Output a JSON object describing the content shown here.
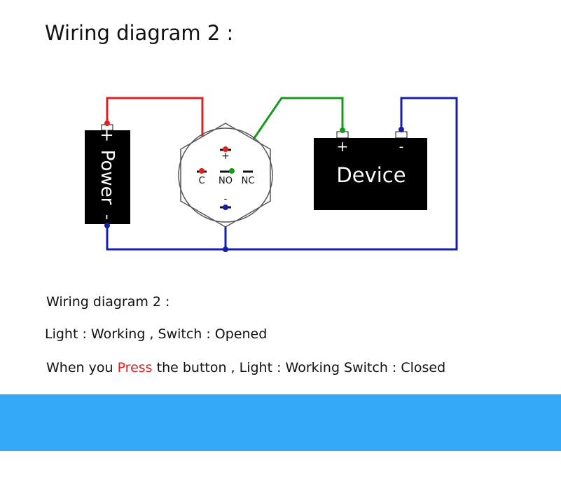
{
  "title": "Wiring diagram 2 :",
  "colors": {
    "positive_wire": "#e02020",
    "switch_wire": "#159a1a",
    "negative_wire": "#1420a8",
    "band": "#34a9f7",
    "highlight": "#e02020"
  },
  "power": {
    "label": "Power",
    "plus": "+",
    "minus": "-"
  },
  "switch": {
    "plus": "+",
    "minus": "-",
    "c": "C",
    "no": "NO",
    "nc": "NC"
  },
  "device": {
    "label": "Device",
    "plus": "+",
    "minus": "-"
  },
  "text": {
    "line1": "Wiring diagram 2 :",
    "line2": "Light : Working , Switch : Opened",
    "line3_before": "When you ",
    "line3_highlight": "Press",
    "line3_after": " the button , Light : Working Switch : Closed"
  }
}
